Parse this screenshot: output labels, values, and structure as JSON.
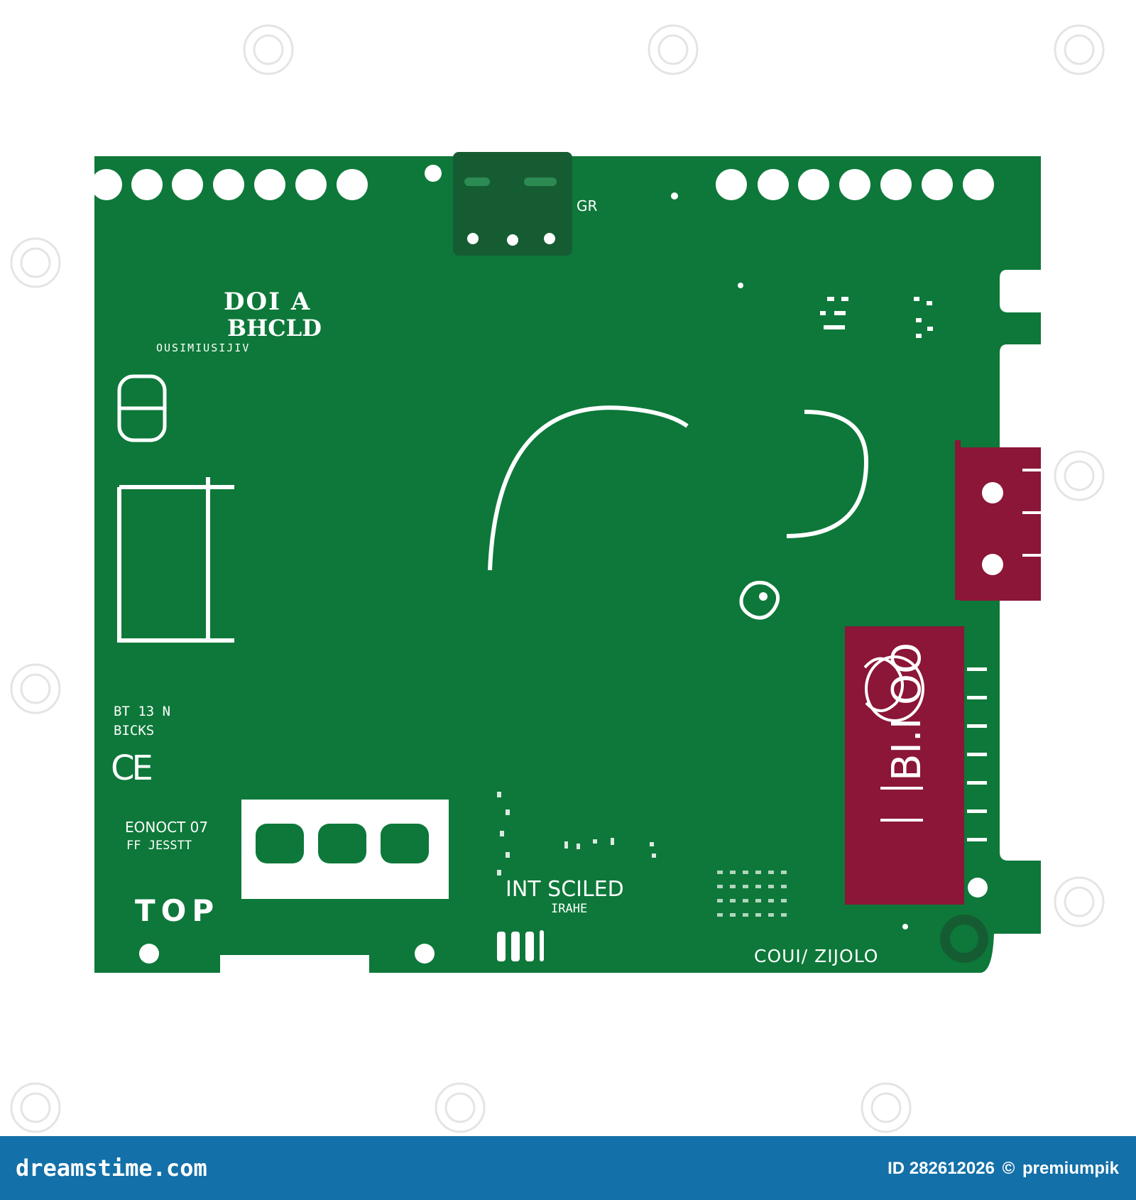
{
  "board": {
    "logo_line1": "DOI A",
    "logo_line2": "BHCLD",
    "logo_line3": "OUSIMIUSIJIV",
    "marking_left_top": "BT 13 N",
    "marking_left_bottom": "BICKS",
    "ce_mark": "CE",
    "label_econo_1": "EONOCT 07",
    "label_econo_2": "FF JESSTT",
    "label_top": "TOP",
    "label_gr": "GR",
    "label_int_1": "INT SCILED",
    "label_int_2": "IRAHE",
    "label_bottom_right": "COUI/ ZIJOLO",
    "label_red_header": "BI.I OO",
    "colors": {
      "pcb": "#0d7839",
      "connector_dark": "#165c33",
      "red_part": "#8b1637",
      "silkscreen": "#ffffff"
    }
  },
  "footer": {
    "brand": "dreamstime.com",
    "id_label": "ID 282612026",
    "author": "premiumpik",
    "author_icon": "copyright-icon"
  },
  "watermark": {
    "text": "dreamstime"
  }
}
